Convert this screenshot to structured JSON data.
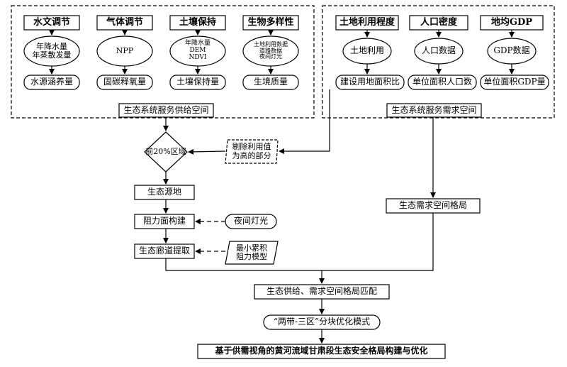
{
  "supply": {
    "categories": [
      {
        "title": "水文调节",
        "inputs": [
          "年降水量",
          "年蒸散发量"
        ],
        "output": "水源涵养量"
      },
      {
        "title": "气体调节",
        "inputs": [
          "NPP"
        ],
        "output": "固碳释氧量"
      },
      {
        "title": "土壤保持",
        "inputs": [
          "年降水量",
          "DEM",
          "NDVI"
        ],
        "output": "土壤保持量"
      },
      {
        "title": "生物多样性",
        "inputs": [
          "土地利用数据",
          "道路数据",
          "夜间灯光"
        ],
        "output": "生境质量"
      }
    ],
    "space_label": "生态系统服务供给空间"
  },
  "demand": {
    "categories": [
      {
        "title": "土地利用程度",
        "inputs": [
          "土地利用"
        ],
        "output": "建设用地面积比"
      },
      {
        "title": "人口密度",
        "inputs": [
          "人口数据"
        ],
        "output": "单位面积人口数"
      },
      {
        "title": "地均GDP",
        "inputs": [
          "GDP数据"
        ],
        "output": "单位面积GDP量"
      }
    ],
    "space_label": "生态系统服务需求空间"
  },
  "flow": {
    "decision": "前20%区域",
    "exclude_note": [
      "剔除利用值",
      "为高的部分"
    ],
    "source": "生态源地",
    "resistance": "阻力面构建",
    "night_light": "夜间灯光",
    "corridor": "生态廊道提取",
    "mcr": [
      "最小累积",
      "阻力模型"
    ],
    "demand_pattern": "生态需求空间格局",
    "match": "生态供给、需求空间格局匹配",
    "optimization": "“两带-三区”分块优化模式",
    "final": "基于供需视角的黄河流域甘肃段生态安全格局构建与优化"
  }
}
